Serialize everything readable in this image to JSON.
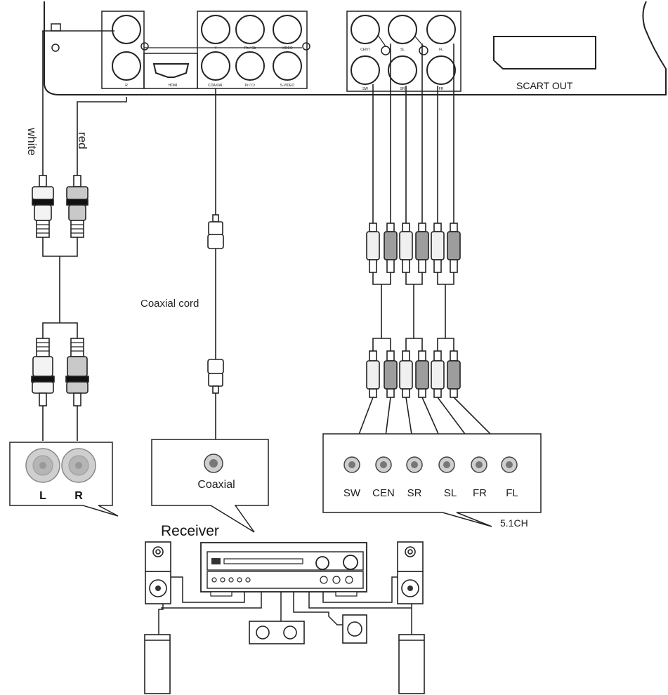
{
  "panel": {
    "labels": {
      "r_jack": "R",
      "hdmi": "HDMI",
      "y_jack": "Y",
      "pb_cb": "Pb / Cb",
      "video": "VIDEO",
      "coaxial": "COAXIAL",
      "pr_cr": "Pr / Cr",
      "s_video": "S-VIDEO",
      "cent": "CENT",
      "sl": "SL",
      "fl": "FL",
      "sw": "SW",
      "sr": "SR",
      "fr": "FR",
      "scart": "SCART OUT"
    }
  },
  "cables": {
    "white": "white",
    "red": "red",
    "coaxial_cord": "Coaxial cord"
  },
  "boxes": {
    "stereo": {
      "left": "L",
      "right": "R"
    },
    "coaxial": {
      "label": "Coaxial"
    },
    "surround": {
      "labels": [
        "SW",
        "CEN",
        "SR",
        "SL",
        "FR",
        "FL"
      ],
      "caption": "5.1CH"
    }
  },
  "receiver": {
    "title": "Receiver"
  }
}
